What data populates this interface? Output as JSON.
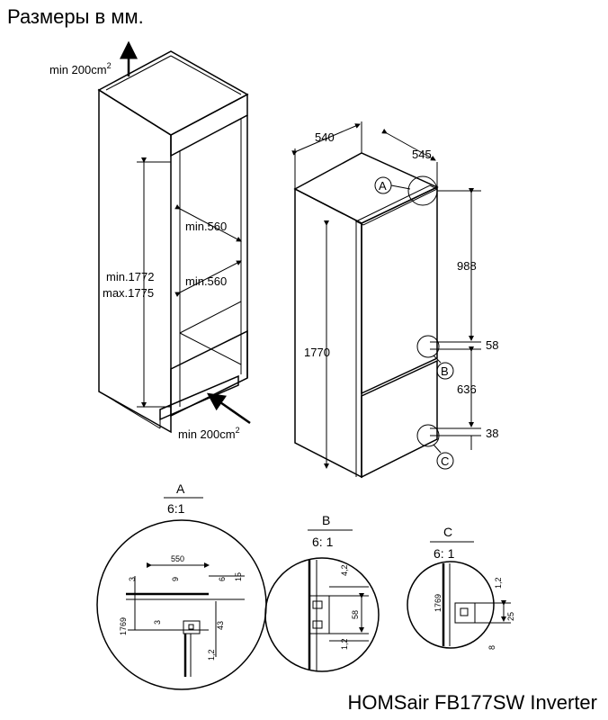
{
  "title": "Размеры в мм.",
  "model": "HOMSair FB177SW Inverter",
  "niche": {
    "vent_top": "min 200cm",
    "vent_top_sup": "2",
    "vent_bottom": "min 200cm",
    "vent_bottom_sup": "2",
    "width_upper": "min.560",
    "width_lower": "min.560",
    "height_min": "min.1772",
    "height_max": "max.1775"
  },
  "appliance": {
    "width": "540",
    "depth": "545",
    "height": "1770",
    "upper_section": "988",
    "gap_b": "58",
    "middle_section": "636",
    "gap_c": "38",
    "marker_a": "A",
    "marker_b": "B",
    "marker_c": "C"
  },
  "details": {
    "a": {
      "letter": "A",
      "scale": "6:1",
      "dims": [
        "550",
        "9",
        "3",
        "6",
        "15",
        "3",
        "43",
        "1769",
        "1,2"
      ]
    },
    "b": {
      "letter": "B",
      "scale": "6: 1",
      "dims": [
        "4,2",
        "58",
        "1,2"
      ]
    },
    "c": {
      "letter": "C",
      "scale": "6: 1",
      "dims": [
        "1769",
        "1,2",
        "25",
        "8"
      ]
    }
  }
}
